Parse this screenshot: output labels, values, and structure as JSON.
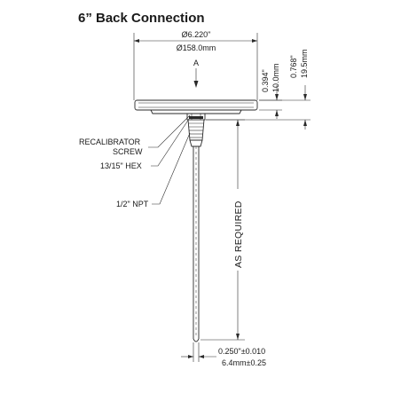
{
  "title": "6” Back Connection",
  "dimensions": {
    "dial_diameter_in": "Ø6.220\"",
    "dial_diameter_mm": "Ø158.0mm",
    "view_marker": "A",
    "case_depth_in": "0.394\"",
    "case_depth_mm": "10.0mm",
    "overall_depth_in": "0.768\"",
    "overall_depth_mm": "19.5mm",
    "stem_length": "AS REQUIRED",
    "stem_diameter_in": "0.250\"±0.010",
    "stem_diameter_mm": "6.4mm±0.25"
  },
  "callouts": {
    "recalibrator_line1": "RECALIBRATOR",
    "recalibrator_line2": "SCREW",
    "hex": "13/15\" HEX",
    "npt": "1/2\" NPT"
  },
  "colors": {
    "line": "#2a2a2a",
    "text": "#1a1a1a",
    "background": "#ffffff"
  }
}
